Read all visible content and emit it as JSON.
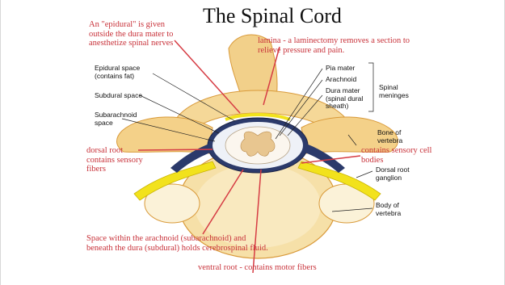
{
  "title": "The Spinal Cord",
  "anatomy_labels": {
    "epidural_space": "Epidural space (contains fat)",
    "subdural_space": "Subdural space",
    "subarachnoid_space": "Subarachnoid space",
    "pia_mater": "Pia mater",
    "arachnoid": "Arachnoid",
    "dura_mater": "Dura mater (spinal dural sheath)",
    "spinal_meninges": "Spinal meninges",
    "bone_of_vertebra": "Bone of vertebra",
    "dorsal_root_ganglion": "Dorsal root ganglion",
    "body_of_vertebra": "Body of vertebra"
  },
  "annotations": {
    "epidural": "An \"epidural\" is given outside the dura mater to anesthetize spinal nerves",
    "lamina": "lamina - a laminectomy removes a section to relieve pressure and pain.",
    "dorsal_root": "dorsal root contains sensory fibers",
    "sensory_cell_bodies": "contains sensory cell bodies",
    "csf_space": "Space within the arachnoid (subarachnoid) and beneath the dura (subdural) holds cerebrospinal fluid.",
    "ventral_root": "ventral root - contains motor fibers"
  },
  "colors": {
    "annotation": "#c8323a",
    "bone": "#f2c879",
    "bone_dark": "#d99a3a",
    "nerve": "#f2e21c",
    "meninges": "#2b3a6b"
  }
}
